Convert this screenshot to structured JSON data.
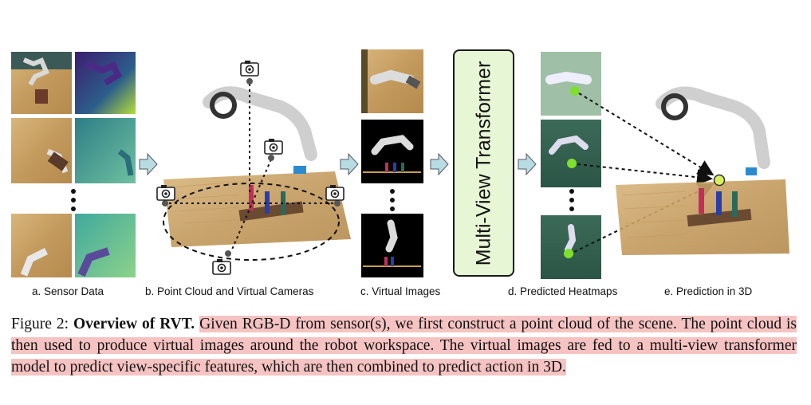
{
  "panels": {
    "a_label": "a. Sensor Data",
    "b_label": "b. Point Cloud and Virtual Cameras",
    "c_label": "c. Virtual Images",
    "d_label": "d. Predicted Heatmaps",
    "e_label": "e. Prediction in 3D"
  },
  "transformer": {
    "label": "Multi-View Transformer"
  },
  "caption": {
    "figure_label": "Figure 2:",
    "title": "Overview of RVT.",
    "body": "Given RGB-D from sensor(s), we first construct a point cloud of the scene.  The point cloud is then used to produce virtual images around the robot workspace.  The virtual images are fed to a multi-view transformer model to predict view-specific features, which are then combined to predict action in 3D."
  },
  "colors": {
    "highlight": "#f6c3c3",
    "arrow_fill": "#b7dde3",
    "transformer_fill": "#e7f6d5",
    "heatmap_dot": "#7ee02c",
    "depth_dark": "#2a1a6a",
    "depth_light": "#3aa6a0",
    "wood": "#c9a46a"
  },
  "icons": [
    "camera-icon",
    "flow-arrow-icon",
    "heatmap-dot-icon"
  ]
}
